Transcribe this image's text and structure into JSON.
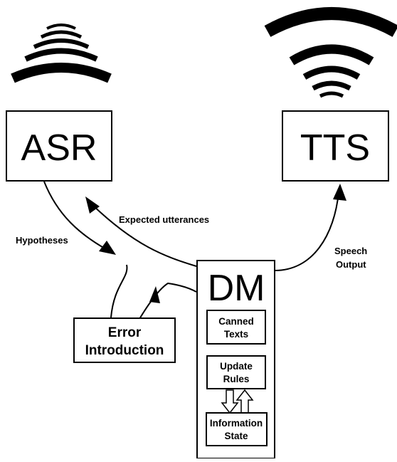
{
  "modules": {
    "asr": "ASR",
    "tts": "TTS",
    "dm": "DM",
    "error_line1": "Error",
    "error_line2": "Introduction"
  },
  "dm_boxes": {
    "canned_line1": "Canned",
    "canned_line2": "Texts",
    "update_line1": "Update",
    "update_line2": "Rules",
    "info_line1": "Information",
    "info_line2": "State"
  },
  "edges": {
    "expected": "Expected utterances",
    "hypotheses": "Hypotheses",
    "speech_line1": "Speech",
    "speech_line2": "Output"
  },
  "icons": {
    "asr_waves": "incoming-sound-waves-icon",
    "tts_waves": "outgoing-sound-waves-icon"
  },
  "colors": {
    "stroke": "#000000",
    "background": "#ffffff"
  }
}
